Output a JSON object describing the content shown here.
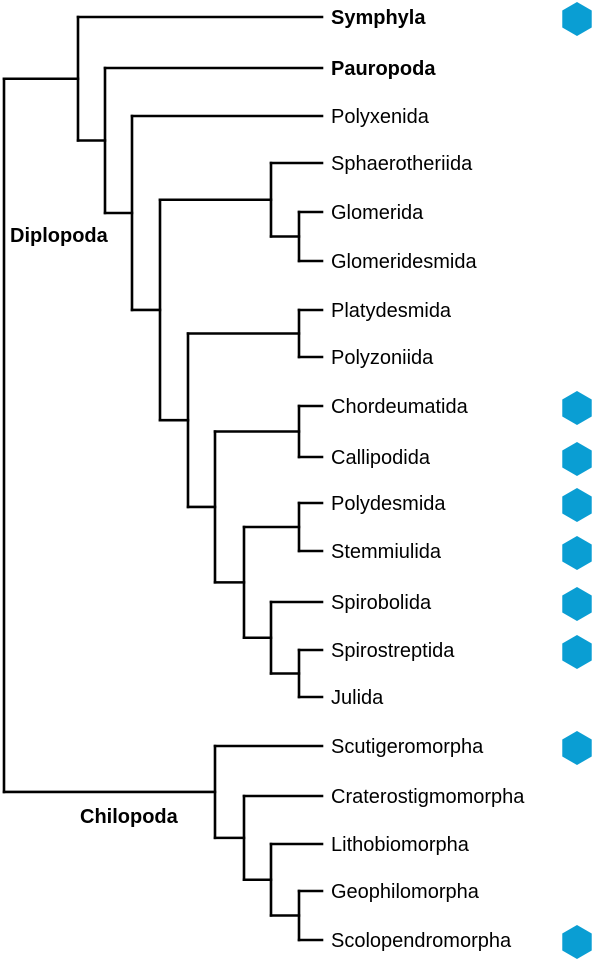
{
  "colors": {
    "branch": "#000000",
    "marker": "#0a9ed3"
  },
  "clades": [
    {
      "key": "diplopoda",
      "label": "Diplopoda"
    },
    {
      "key": "chilopoda",
      "label": "Chilopoda"
    }
  ],
  "taxa": [
    {
      "key": "symphyla",
      "label": "Symphyla",
      "bold": true,
      "marker": true
    },
    {
      "key": "pauropoda",
      "label": "Pauropoda",
      "bold": true,
      "marker": false
    },
    {
      "key": "polyxenida",
      "label": "Polyxenida",
      "bold": false,
      "marker": false
    },
    {
      "key": "sphaerotheriida",
      "label": "Sphaerotheriida",
      "bold": false,
      "marker": false
    },
    {
      "key": "glomerida",
      "label": "Glomerida",
      "bold": false,
      "marker": false
    },
    {
      "key": "glomeridesmida",
      "label": "Glomeridesmida",
      "bold": false,
      "marker": false
    },
    {
      "key": "platydesmida",
      "label": "Platydesmida",
      "bold": false,
      "marker": false
    },
    {
      "key": "polyzoniida",
      "label": "Polyzoniida",
      "bold": false,
      "marker": false
    },
    {
      "key": "chordeumatida",
      "label": "Chordeumatida",
      "bold": false,
      "marker": true
    },
    {
      "key": "callipodida",
      "label": "Callipodida",
      "bold": false,
      "marker": true
    },
    {
      "key": "polydesmida",
      "label": "Polydesmida",
      "bold": false,
      "marker": true
    },
    {
      "key": "stemmiulida",
      "label": "Stemmiulida",
      "bold": false,
      "marker": true
    },
    {
      "key": "spirobolida",
      "label": "Spirobolida",
      "bold": false,
      "marker": true
    },
    {
      "key": "spirostreptida",
      "label": "Spirostreptida",
      "bold": false,
      "marker": true
    },
    {
      "key": "julida",
      "label": "Julida",
      "bold": false,
      "marker": false
    },
    {
      "key": "scutigeromorpha",
      "label": "Scutigeromorpha",
      "bold": false,
      "marker": true
    },
    {
      "key": "craterostigmomorpha",
      "label": "Craterostigmomorpha",
      "bold": false,
      "marker": false
    },
    {
      "key": "lithobiomorpha",
      "label": "Lithobiomorpha",
      "bold": false,
      "marker": false
    },
    {
      "key": "geophilomorpha",
      "label": "Geophilomorpha",
      "bold": false,
      "marker": false
    },
    {
      "key": "scolopendromorpha",
      "label": "Scolopendromorpha",
      "bold": false,
      "marker": true
    }
  ]
}
